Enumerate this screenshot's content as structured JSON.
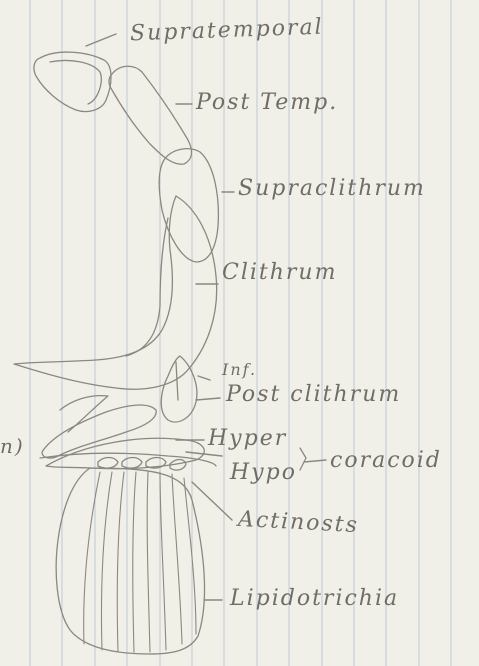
{
  "page": {
    "paper_color": "#f1f0e8",
    "rule_color": "#aebfd4",
    "pencil_color": "#8a8880",
    "text_color": "#6f6d66"
  },
  "labels": {
    "supratemporal": "Supratemporal",
    "post_temp": "Post Temp.",
    "supracleithrum": "Supraclithrum",
    "cleithrum": "Clithrum",
    "inf": "Inf.",
    "post_cleithrum": "Post clithrum",
    "hyper": "Hyper",
    "hypo": "Hypo",
    "coracoid": "coracoid",
    "actinosts": "Actinosts",
    "lepidotrichia": "Lipidotrichia",
    "edge_fragment": "n)"
  }
}
